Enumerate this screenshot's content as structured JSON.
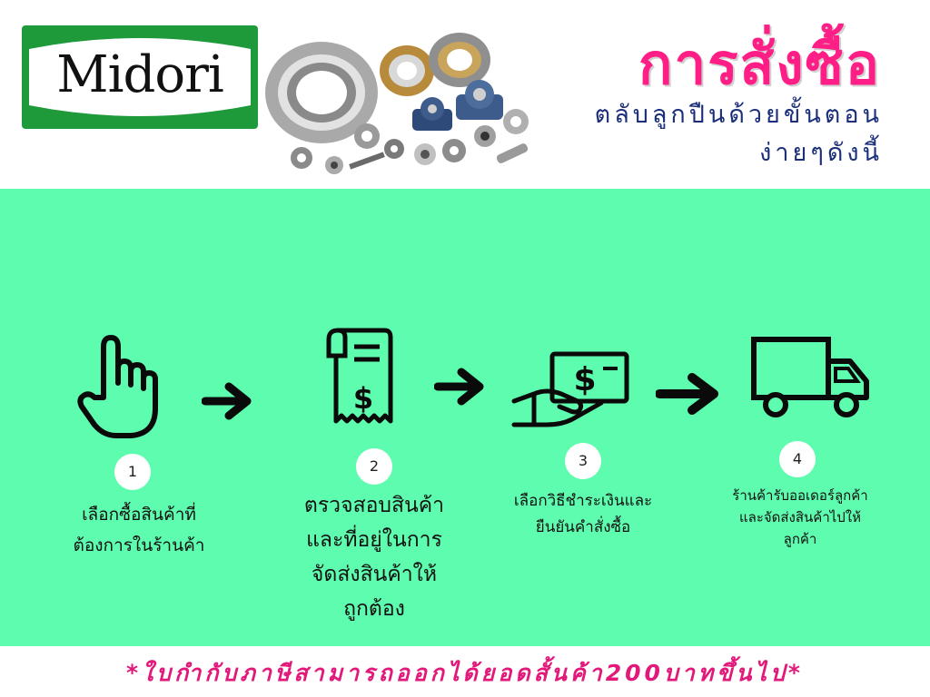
{
  "header": {
    "logo_text": "Midori",
    "title": "การสั่งซื้อ",
    "subtitle_line1": "ตลับลูกปืนด้วยขั้นตอน",
    "subtitle_line2": "ง่ายๆดังนี้"
  },
  "steps": [
    {
      "number": "1",
      "icon": "hand-pointer-icon",
      "text": "เลือกซื้อสินค้าที่ต้องการในร้านค้า"
    },
    {
      "number": "2",
      "icon": "receipt-icon",
      "text": "ตรวจสอบสินค้าและที่อยู่ในการจัดส่งสินค้าให้ถูกต้อง"
    },
    {
      "number": "3",
      "icon": "hand-money-icon",
      "text": "เลือกวิธีชำระเงินและยืนยันคำสั่งซื้อ"
    },
    {
      "number": "4",
      "icon": "delivery-truck-icon",
      "text": "ร้านค้ารับออเดอร์ลูกค้าและจัดส่งสินค้าไปให้ลูกค้า"
    }
  ],
  "footer": {
    "note": "*ใบกำกับภาษีสามารถออกได้ยอดสั้นค้า200บาทขึ้นไป*"
  },
  "colors": {
    "band": "#5efcae",
    "title": "#ff1d86",
    "subtitle": "#1a2e7a",
    "footer_note": "#e2197a",
    "logo_frame": "#1f9a3a"
  }
}
